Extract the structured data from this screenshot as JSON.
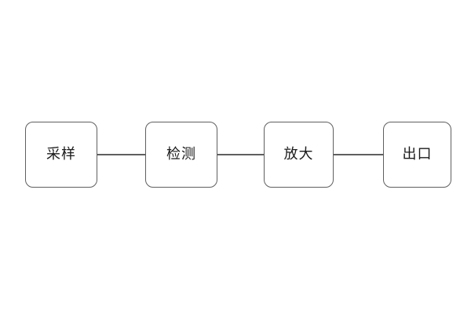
{
  "diagram": {
    "type": "flowchart",
    "orientation": "horizontal",
    "background_color": "#ffffff",
    "node_border_color": "#5f5f5f",
    "node_fill_color": "#ffffff",
    "connector_color": "#5f5f5f",
    "label_color": "#1a1a1a",
    "nodes": [
      {
        "id": "node-1",
        "label": "采样"
      },
      {
        "id": "node-2",
        "label": "检测"
      },
      {
        "id": "node-3",
        "label": "放大"
      },
      {
        "id": "node-4",
        "label": "出口"
      }
    ],
    "connectors": [
      {
        "id": "connector-1",
        "from": "node-1",
        "to": "node-2",
        "style": "line",
        "arrowhead": "none"
      },
      {
        "id": "connector-2",
        "from": "node-2",
        "to": "node-3",
        "style": "line",
        "arrowhead": "none"
      },
      {
        "id": "connector-3",
        "from": "node-3",
        "to": "node-4",
        "style": "line",
        "arrowhead": "none"
      }
    ]
  }
}
